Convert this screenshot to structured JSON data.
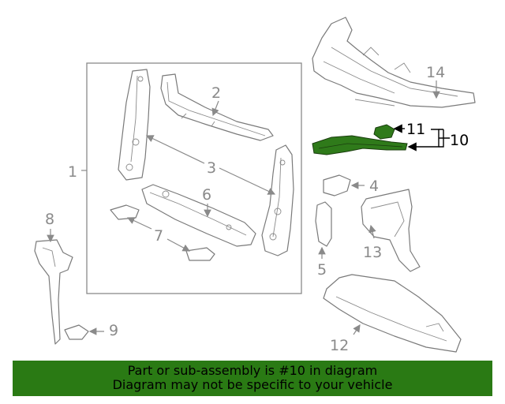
{
  "callouts": {
    "c1": "1",
    "c2": "2",
    "c3": "3",
    "c4": "4",
    "c5": "5",
    "c6": "6",
    "c7": "7",
    "c8": "8",
    "c9": "9",
    "c10": "10",
    "c11": "11",
    "c12": "12",
    "c13": "13",
    "c14": "14"
  },
  "banner": {
    "line1": "Part or sub-assembly is #10 in diagram",
    "line2": "Diagram may not be specific to your vehicle"
  },
  "colors": {
    "banner_bg": "#2a7a14",
    "highlight_part": "#2f7a1a",
    "line": "#7a7a7a"
  }
}
